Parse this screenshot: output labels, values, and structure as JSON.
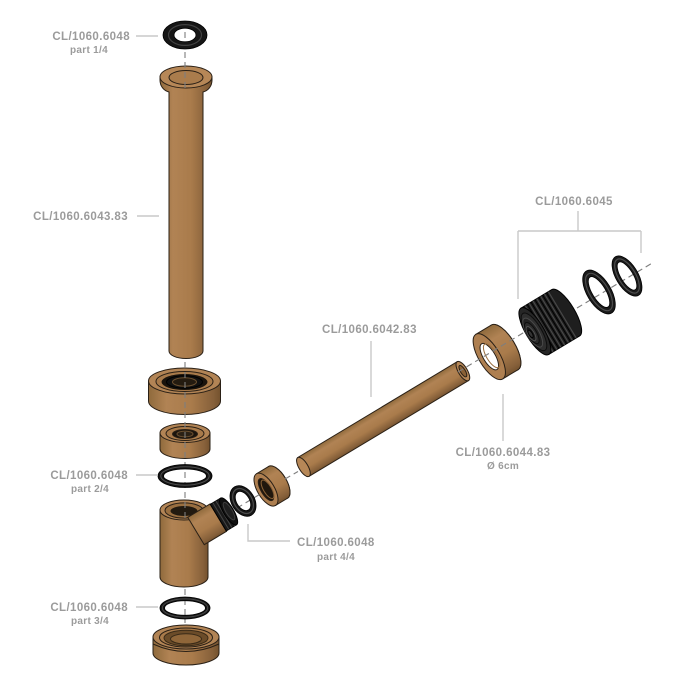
{
  "labels": {
    "o_ring_top": {
      "code": "CL/1060.6048",
      "sub": "part 1/4"
    },
    "vertical_tube": {
      "code": "CL/1060.6043.83"
    },
    "outlet_set": {
      "code": "CL/1060.6045"
    },
    "diagonal_tube": {
      "code": "CL/1060.6042.83"
    },
    "wall_flange": {
      "code": "CL/1060.6044.83",
      "sub": "Ø 6cm"
    },
    "o_ring_mid": {
      "code": "CL/1060.6048",
      "sub": "part 2/4"
    },
    "o_ring_outlet": {
      "code": "CL/1060.6048",
      "sub": "part 4/4"
    },
    "o_ring_bottom": {
      "code": "CL/1060.6048",
      "sub": "part 3/4"
    }
  },
  "colors": {
    "copper": "#a97c4e",
    "copper_dark": "#8a6136",
    "copper_light": "#b68757",
    "black_part": "#1c1c1c",
    "label_text": "#9b9b9b",
    "leader_line": "#c9c9c9",
    "centerline": "#7e7e7e",
    "background": "#ffffff"
  }
}
